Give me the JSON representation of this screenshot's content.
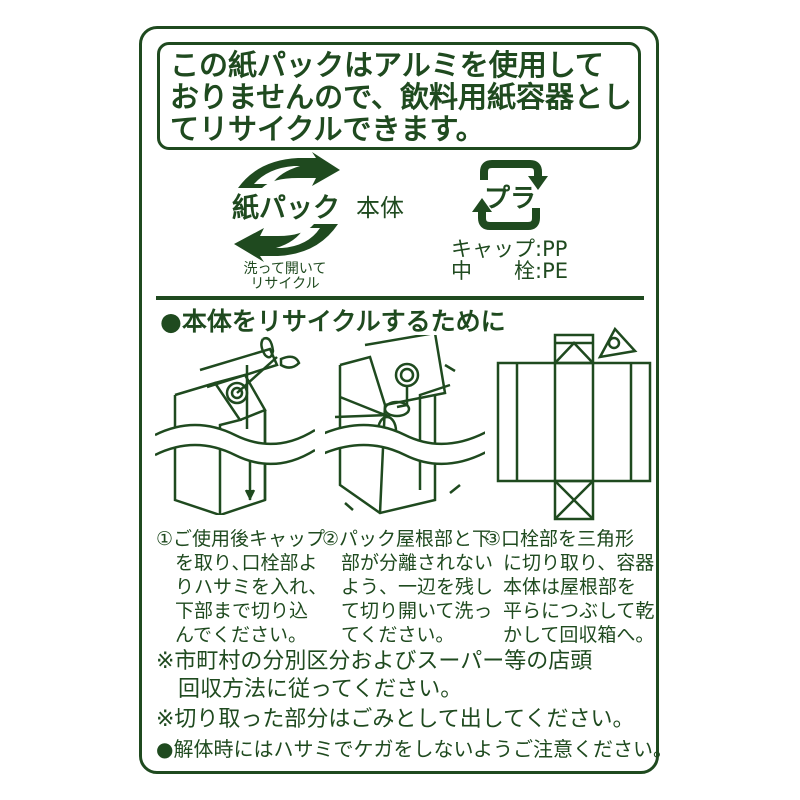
{
  "colors": {
    "ink": "#1f4a1f",
    "background": "#ffffff"
  },
  "headline": {
    "lines": [
      "この紙パックはアルミを使用して",
      "おりませんので、飲料用紙容器とし",
      "てリサイクルできます。"
    ]
  },
  "paper_mark": {
    "icon": "paper-pack-recycle-icon",
    "label": "紙パック",
    "part": "本体",
    "caption": [
      "洗って開いて",
      "リサイクル"
    ]
  },
  "plastic_mark": {
    "icon": "pla-recycle-icon",
    "label": "プラ",
    "materials": [
      {
        "part": "キャップ",
        "material": "PP"
      },
      {
        "part": "中　　栓",
        "material": "PE"
      }
    ]
  },
  "section": {
    "title": "●本体をリサイクルするために"
  },
  "steps": [
    {
      "illustration": "carton-cut-spout-illustration",
      "lines": [
        "①ご使用後キャップ",
        "　を取り､口栓部よ",
        "　りハサミを入れ、",
        "　下部まで切り込",
        "　んでください。"
      ]
    },
    {
      "illustration": "carton-open-side-illustration",
      "lines": [
        "②パック屋根部と下",
        "　部が分離されない",
        "　よう、一辺を残し",
        "　て切り開いて洗っ",
        "　てください。"
      ]
    },
    {
      "illustration": "carton-flattened-illustration",
      "lines": [
        "③口栓部を三角形",
        "　に切り取り、容器",
        "　本体は屋根部を",
        "　平らにつぶして乾",
        "　かして回収箱へ。"
      ]
    }
  ],
  "notes": [
    "※市町村の分別区分およびスーパー等の店頭",
    "　回収方法に従ってください。",
    "※切り取った部分はごみとして出してください。",
    "●解体時にはハサミでケガをしないようご注意ください。"
  ]
}
